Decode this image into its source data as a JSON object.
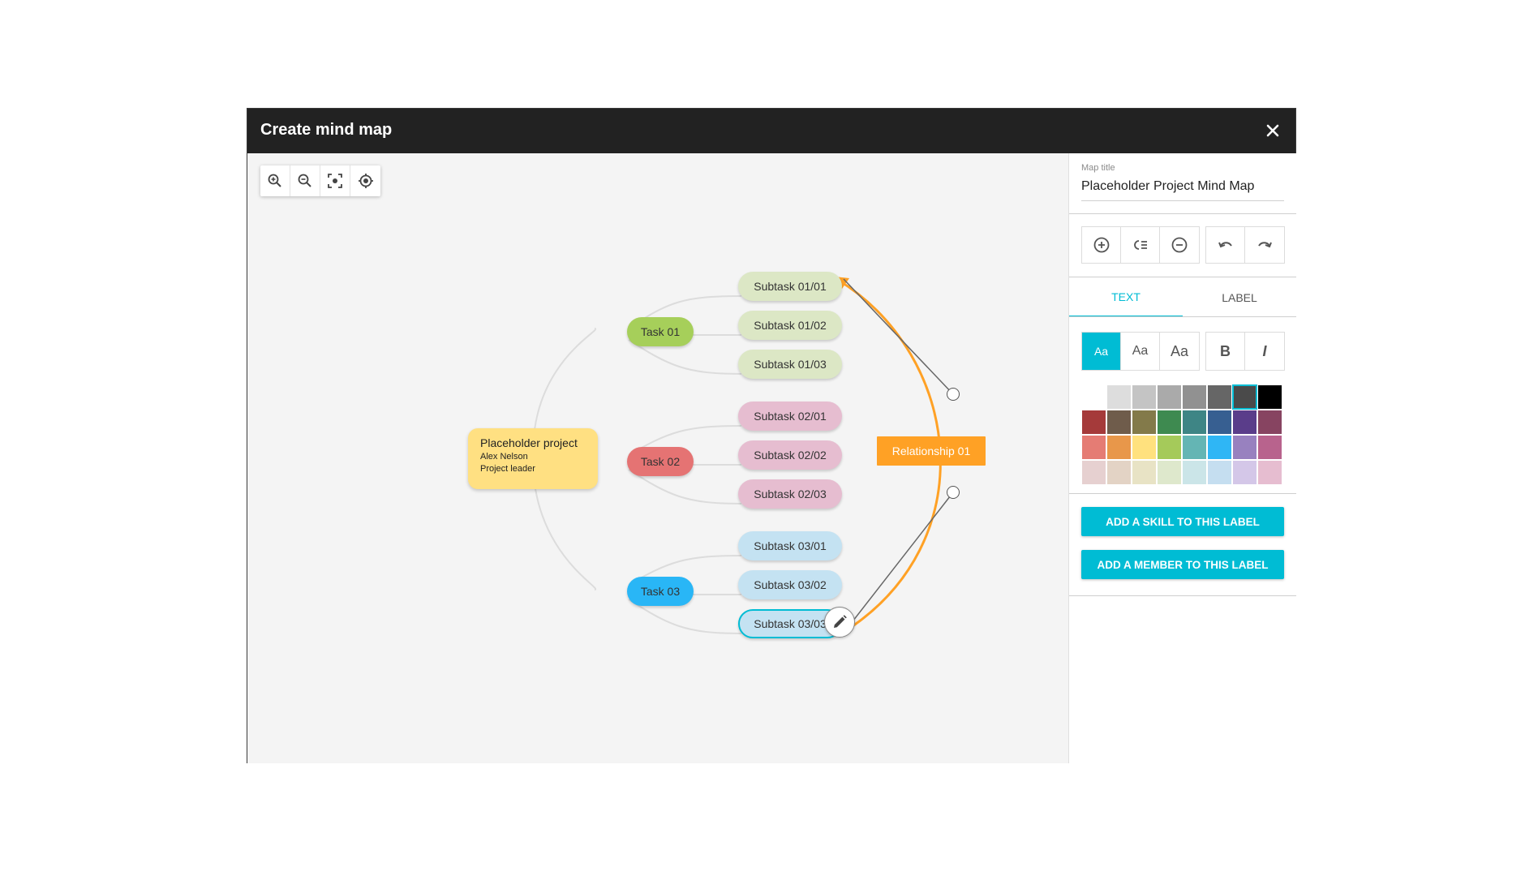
{
  "dialog": {
    "title": "Create mind map",
    "close_icon": "close-icon"
  },
  "canvas": {
    "toolbar": [
      {
        "name": "zoom-in-button",
        "icon": "zoom-in-icon"
      },
      {
        "name": "zoom-out-button",
        "icon": "zoom-out-icon"
      },
      {
        "name": "fit-to-screen-button",
        "icon": "fit-screen-icon"
      },
      {
        "name": "center-view-button",
        "icon": "target-icon"
      }
    ],
    "root": {
      "title": "Placeholder project",
      "line1": "Alex Nelson",
      "line2": "Project leader",
      "color": "#ffe082"
    },
    "tasks": [
      {
        "label": "Task 01",
        "color": "#a6cf5a"
      },
      {
        "label": "Task 02",
        "color": "#e57373"
      },
      {
        "label": "Task 03",
        "color": "#29b6f6"
      }
    ],
    "subtasks": [
      {
        "label": "Subtask 01/01",
        "color": "#dce7c5"
      },
      {
        "label": "Subtask 01/02",
        "color": "#dce7c5"
      },
      {
        "label": "Subtask 01/03",
        "color": "#dce7c5"
      },
      {
        "label": "Subtask 02/01",
        "color": "#e6bdd0"
      },
      {
        "label": "Subtask 02/02",
        "color": "#e6bdd0"
      },
      {
        "label": "Subtask 02/03",
        "color": "#e6bdd0"
      },
      {
        "label": "Subtask 03/01",
        "color": "#c4e2f2"
      },
      {
        "label": "Subtask 03/02",
        "color": "#c4e2f2"
      },
      {
        "label": "Subtask 03/03",
        "color": "#c4e2f2"
      }
    ],
    "relationship": {
      "label": "Relationship 01",
      "color": "#ffa125"
    },
    "edit_icon": "pencil-icon"
  },
  "panel": {
    "map_title_label": "Map title",
    "map_title_value": "Placeholder Project Mind Map",
    "node_tools": [
      {
        "name": "add-node-button",
        "icon": "plus-circle-icon"
      },
      {
        "name": "add-relationship-button",
        "icon": "relationship-list-icon"
      },
      {
        "name": "remove-node-button",
        "icon": "minus-circle-icon"
      }
    ],
    "history_tools": [
      {
        "name": "undo-button",
        "icon": "undo-icon"
      },
      {
        "name": "redo-button",
        "icon": "redo-icon"
      }
    ],
    "tabs": [
      {
        "label": "TEXT",
        "active": true
      },
      {
        "label": "LABEL",
        "active": false
      }
    ],
    "font_sizes": [
      {
        "label": "Aa",
        "active": true
      },
      {
        "label": "Aa",
        "active": false
      },
      {
        "label": "Aa",
        "active": false
      }
    ],
    "font_styles": [
      {
        "label": "B",
        "style": "bold"
      },
      {
        "label": "I",
        "style": "italic"
      }
    ],
    "palette": [
      "#ffffff",
      "#dddddd",
      "#c4c4c4",
      "#aaaaaa",
      "#919191",
      "#666666",
      "#4a4a4a",
      "#000000",
      "#a53a3a",
      "#6f5c4b",
      "#837a4a",
      "#3e8a50",
      "#3e8585",
      "#375f91",
      "#5a3d8a",
      "#874461",
      "#e57c74",
      "#e8974a",
      "#ffe17e",
      "#a5ca5a",
      "#64b5b4",
      "#2fb6f5",
      "#9881bf",
      "#b8638d",
      "#e6d0d0",
      "#e3d3c5",
      "#e8e3c5",
      "#dee8cc",
      "#cbe5e8",
      "#c5def0",
      "#d4c7e8",
      "#e6bdd0"
    ],
    "palette_selected_index": 6,
    "actions": [
      "ADD A SKILL TO THIS LABEL",
      "ADD A MEMBER TO THIS LABEL"
    ]
  }
}
